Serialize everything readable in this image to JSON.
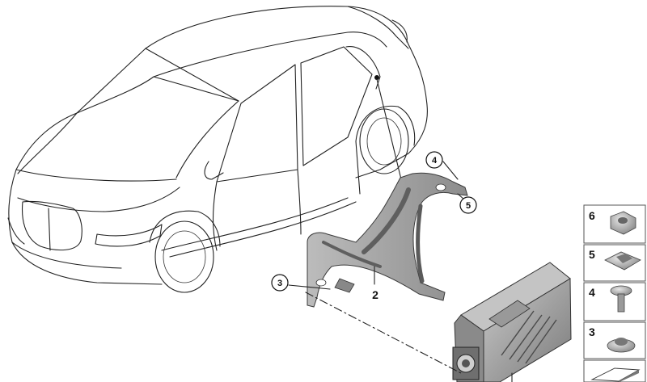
{
  "callouts": {
    "c4": "4",
    "c5": "5",
    "c3": "3"
  },
  "part_labels": {
    "bracket": "2"
  },
  "legend": {
    "cell6": "6",
    "cell5": "5",
    "cell4": "4",
    "cell3": "3"
  },
  "colors": {
    "line": "#222222",
    "part_grey": "#a9a9a9",
    "part_dark": "#6f6f6f"
  }
}
